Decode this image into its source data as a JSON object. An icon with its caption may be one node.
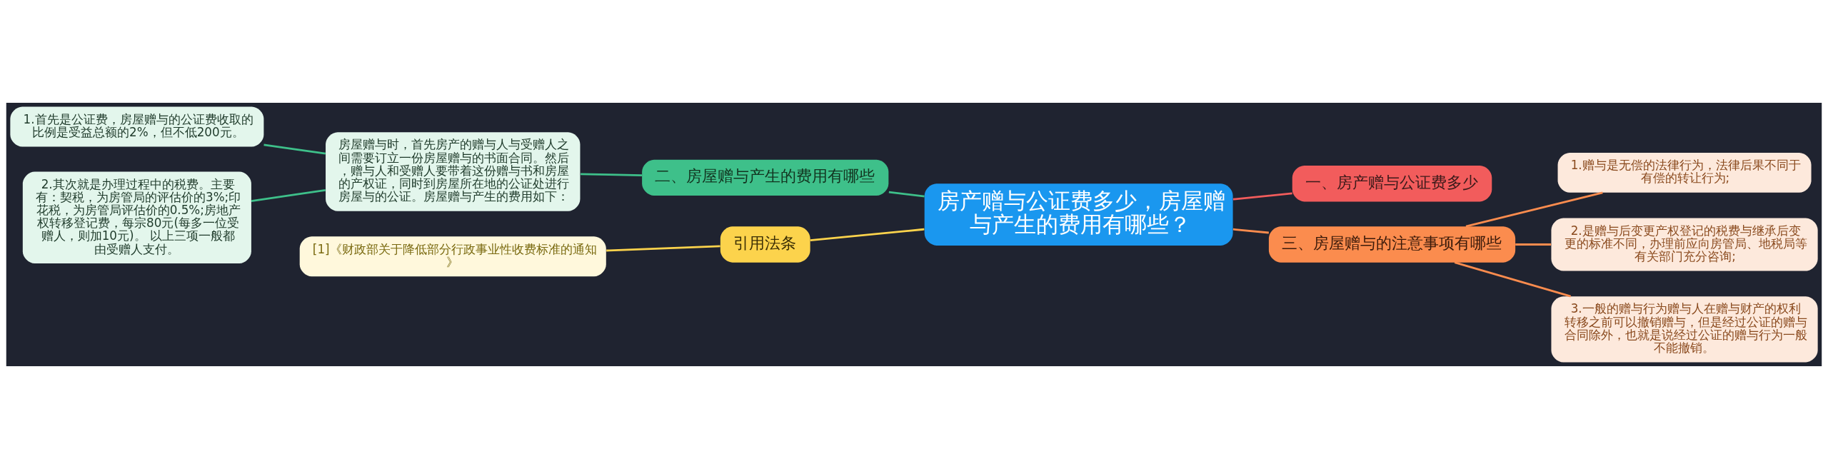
{
  "diagram": {
    "nodes": [
      {
        "text": [
          "房产赠与公证费多少，房屋赠与产生的费用有哪些？"
        ]
      },
      {
        "text": [
          "一、房产赠与公证费多少"
        ]
      },
      {
        "text": [
          "三、房屋赠与的注意事项有哪些"
        ]
      },
      {
        "text": [
          "1.赠与是无偿的法律行为，法律后果不同于有偿的转让行为;"
        ]
      },
      {
        "text": [
          "2.是赠与后变更产权登记的税费与继承后变更的标准不同，办理前应向房管局、地税局等有关部门充分咨询;"
        ]
      },
      {
        "text": [
          "3.一般的赠与行为赠与人在赠与财产的权利转移之前可以撤销赠与，但是经过公证的赠与合同除外，也就是说经过公证的赠与行为一般不能撤销。"
        ]
      },
      {
        "text": [
          "二、房屋赠与产生的费用有哪些"
        ]
      },
      {
        "text": [
          "房屋赠与时，首先房产的赠与人与受赠人之间需要订立一份房屋赠与的书面合同。然后，赠与人和受赠人要带着这份赠与书和房屋的产权证，同时到房屋所在地的公证处进行房屋与的公证。房屋赠与产生的费用如下："
        ]
      },
      {
        "text": [
          "1.首先是公证费，房屋赠与的公证费收取的比例是受益总额的2%，但不低200元。"
        ]
      },
      {
        "text": [
          "2.其次就是办理过程中的税费。主要有：契税，为房管局的评估价的3%;印花税，为房管局评估价的0.5%;房地产权转移登记费，每宗80元(每多一位受赠人，则加10元)。 以上三项一般都由受赠人支付。"
        ]
      },
      {
        "text": [
          "引用法条"
        ]
      },
      {
        "text": [
          "[1]《财政部关于降低部分行政事业性收费标准的通知》"
        ]
      }
    ],
    "edges": [
      {
        "from": 0,
        "to": 1,
        "arrow": "none",
        "color": "#f25c5c"
      },
      {
        "from": 0,
        "to": 2,
        "arrow": "none",
        "color": "#fb8c4e"
      },
      {
        "from": 2,
        "to": 3,
        "arrow": "none",
        "color": "#fb8c4e"
      },
      {
        "from": 2,
        "to": 4,
        "arrow": "none",
        "color": "#fb8c4e"
      },
      {
        "from": 2,
        "to": 5,
        "arrow": "none",
        "color": "#fb8c4e"
      },
      {
        "from": 0,
        "to": 6,
        "arrow": "none",
        "color": "#3ec08a"
      },
      {
        "from": 6,
        "to": 7,
        "arrow": "none",
        "color": "#3ec08a"
      },
      {
        "from": 7,
        "to": 8,
        "arrow": "none",
        "color": "#3ec08a"
      },
      {
        "from": 7,
        "to": 9,
        "arrow": "none",
        "color": "#3ec08a"
      },
      {
        "from": 0,
        "to": 10,
        "arrow": "none",
        "color": "#fcd34c"
      },
      {
        "from": 10,
        "to": 11,
        "arrow": "none",
        "color": "#fcd34c"
      }
    ]
  }
}
